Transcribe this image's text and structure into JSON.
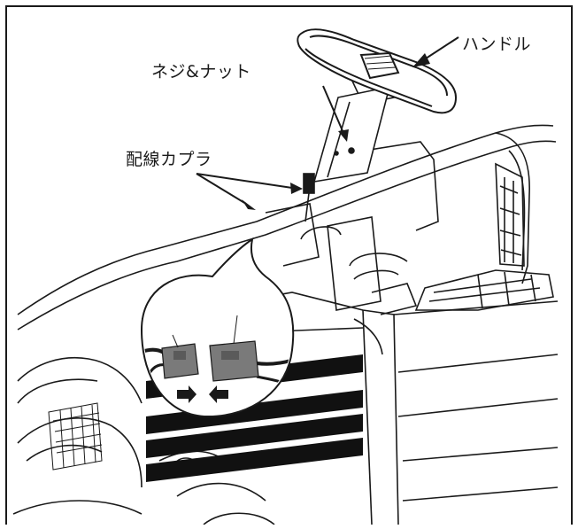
{
  "labels": {
    "handle": "ハンドル",
    "screw_nut": "ネジ&ナット",
    "connector": "配線カプラ"
  },
  "colors": {
    "line": "#1a1a1a",
    "connector_fill": "#7a7a7a",
    "grille_fill": "#111111",
    "background": "#ffffff"
  }
}
